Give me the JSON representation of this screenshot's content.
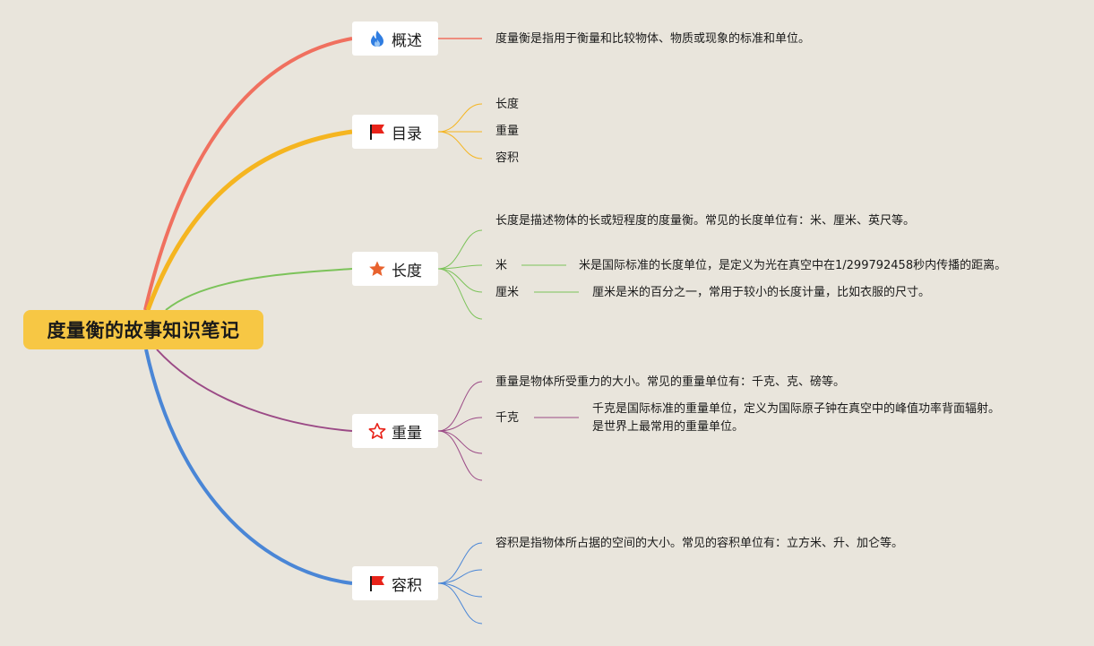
{
  "root": {
    "title": "度量衡的故事知识笔记"
  },
  "colors": {
    "overview": "#f0705f",
    "toc": "#f5b520",
    "length": "#7cc35a",
    "weight": "#9b4a86",
    "volume": "#4a86d6",
    "root_fill": "#f7c744"
  },
  "branches": {
    "overview": {
      "label": "概述",
      "icon": "fire-icon",
      "items": [
        "度量衡是指用于衡量和比较物体、物质或现象的标准和单位。"
      ]
    },
    "toc": {
      "label": "目录",
      "icon": "red-flag-icon",
      "items": [
        "长度",
        "重量",
        "容积"
      ]
    },
    "length": {
      "label": "长度",
      "icon": "star-filled-icon",
      "intro": "长度是描述物体的长或短程度的度量衡。常见的长度单位有：米、厘米、英尺等。",
      "units": [
        {
          "name": "米",
          "desc": "米是国际标准的长度单位，是定义为光在真空中在1/299792458秒内传播的距离。"
        },
        {
          "name": "厘米",
          "desc": "厘米是米的百分之一，常用于较小的长度计量，比如衣服的尺寸。"
        }
      ]
    },
    "weight": {
      "label": "重量",
      "icon": "star-outline-icon",
      "intro": "重量是物体所受重力的大小。常见的重量单位有：千克、克、磅等。",
      "units": [
        {
          "name": "千克",
          "desc_line1": "千克是国际标准的重量单位，定义为国际原子钟在真空中的峰值功率背面辐射。",
          "desc_line2": "是世界上最常用的重量单位。"
        }
      ]
    },
    "volume": {
      "label": "容积",
      "icon": "red-flag-icon",
      "intro": "容积是指物体所占据的空间的大小。常见的容积单位有：立方米、升、加仑等。"
    }
  }
}
